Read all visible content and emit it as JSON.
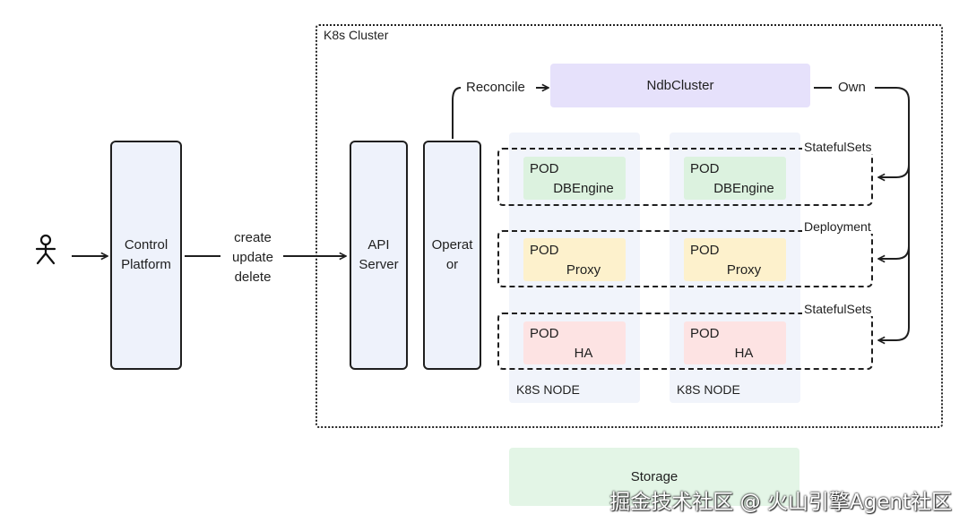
{
  "cluster": {
    "label": "K8s Cluster"
  },
  "control_platform": {
    "line1": "Control",
    "line2": "Platform"
  },
  "api_server": {
    "line1": "API",
    "line2": "Server"
  },
  "operator": {
    "line1": "Operat",
    "line2": "or"
  },
  "actions": {
    "create": "create",
    "update": "update",
    "delete": "delete"
  },
  "reconcile": "Reconcile",
  "ndbcluster": "NdbCluster",
  "own": "Own",
  "groups": [
    {
      "label": "StatefulSets"
    },
    {
      "label": "Deployment"
    },
    {
      "label": "StatefulSets"
    }
  ],
  "nodes": [
    {
      "label": "K8S NODE",
      "pods": [
        {
          "kind": "POD",
          "name": "DBEngine"
        },
        {
          "kind": "POD",
          "name": "Proxy"
        },
        {
          "kind": "POD",
          "name": "HA"
        }
      ]
    },
    {
      "label": "K8S NODE",
      "pods": [
        {
          "kind": "POD",
          "name": "DBEngine"
        },
        {
          "kind": "POD",
          "name": "Proxy"
        },
        {
          "kind": "POD",
          "name": "HA"
        }
      ]
    }
  ],
  "storage": "Storage",
  "watermark": "掘金技术社区 @ 火山引擎Agent社区",
  "colors": {
    "dbengine": "#dcf2df",
    "proxy": "#fdf1cc",
    "ha": "#fde3e3",
    "ndbcluster": "#e6e1fb",
    "storage": "#e3f5e6",
    "node_bg": "#f1f4fb",
    "pillar_bg": "#eef2fb"
  },
  "icons": {
    "user": "user-icon"
  }
}
